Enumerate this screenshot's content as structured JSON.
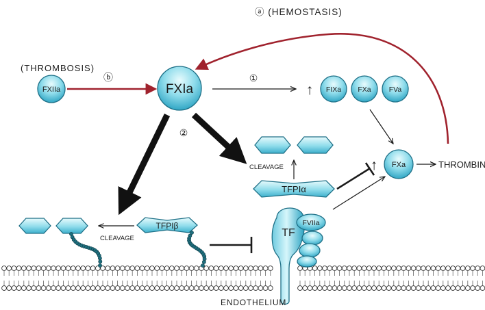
{
  "labels": {
    "hemostasis": "ⓐ (HEMOSTASIS)",
    "thrombosis": "(THROMBOSIS)",
    "step_b": "ⓑ",
    "step_1": "①",
    "step_2": "②",
    "thrombin": "THROMBIN",
    "cleavage_alpha": "CLEAVAGE",
    "cleavage_beta": "CLEAVAGE",
    "endothelium": "ENDOTHELIUM",
    "up_arrow": "↑"
  },
  "factors": {
    "fxiia": "FXIIa",
    "fxia": "FXIa",
    "fixa": "FIXa",
    "fxa_top": "FXa",
    "fva": "FVa",
    "fxa_right": "FXa",
    "fviia": "FVIIa",
    "tf": "TF",
    "tfpi_alpha": "TFPIα",
    "tfpi_beta": "TFPIβ"
  },
  "colors": {
    "factor_light": "#e8fbfd",
    "factor_mid": "#8fdceb",
    "factor_dark": "#2ba3c2",
    "hemostasis_arrow": "#a0222d",
    "thrombosis_arrow": "#a0222d",
    "strong_arrow": "#111111",
    "membrane_dot": "#ffffff"
  }
}
